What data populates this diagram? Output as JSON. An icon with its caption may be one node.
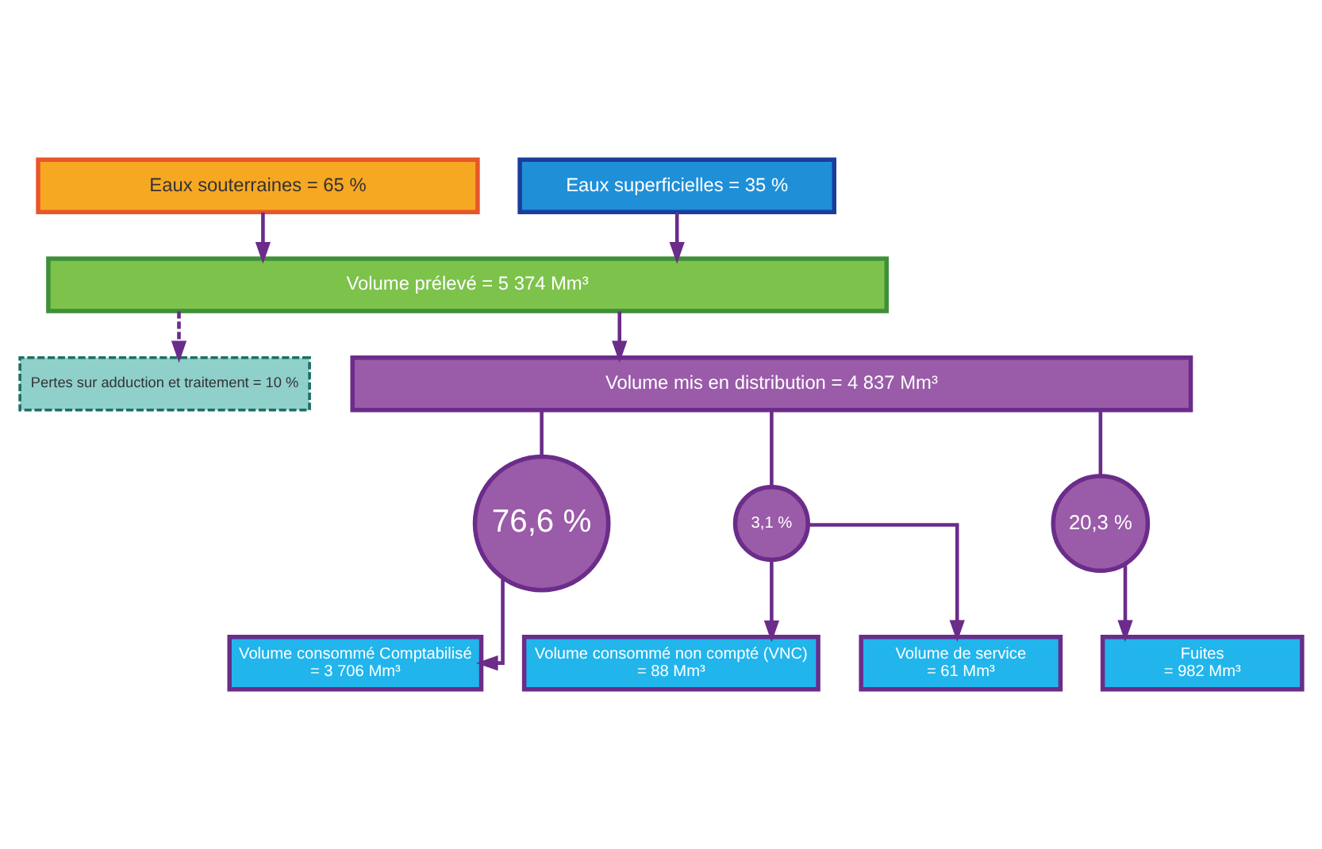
{
  "diagram": {
    "nodes": [
      {
        "text": [
          "Eaux souterraines = 65 %"
        ]
      },
      {
        "text": [
          "Eaux superficielles = 35 %"
        ]
      },
      {
        "text": [
          "Volume prélevé = 5 374 Mm³"
        ]
      },
      {
        "text": [
          "Pertes sur adduction et traitement = 10 %"
        ]
      },
      {
        "text": [
          "Volume mis en distribution = 4 837 Mm³"
        ]
      },
      {
        "text": [
          "76,6 %"
        ]
      },
      {
        "text": [
          "3,1 %"
        ]
      },
      {
        "text": [
          "20,3 %"
        ]
      },
      {
        "text": [
          "Volume consommé Comptabilisé",
          "= 3 706 Mm³"
        ]
      },
      {
        "text": [
          "Volume consommé non compté (VNC)",
          "= 88 Mm³"
        ]
      },
      {
        "text": [
          "Volume de service",
          "= 61 Mm³"
        ]
      },
      {
        "text": [
          "Fuites",
          "= 982 Mm³"
        ]
      }
    ],
    "edges": [
      {
        "from": 0,
        "to": 2,
        "arrow": "to"
      },
      {
        "from": 1,
        "to": 2,
        "arrow": "to"
      },
      {
        "from": 2,
        "to": 4,
        "arrow": "to"
      },
      {
        "from": 2,
        "to": 3,
        "arrow": "to",
        "style": "dashed"
      },
      {
        "from": 4,
        "to": 5,
        "arrow": "none"
      },
      {
        "from": 4,
        "to": 6,
        "arrow": "none"
      },
      {
        "from": 4,
        "to": 7,
        "arrow": "none"
      },
      {
        "from": 5,
        "to": 8,
        "arrow": "to"
      },
      {
        "from": 6,
        "to": 9,
        "arrow": "to"
      },
      {
        "from": 6,
        "to": 10,
        "arrow": "to"
      },
      {
        "from": 7,
        "to": 11,
        "arrow": "to"
      }
    ]
  }
}
